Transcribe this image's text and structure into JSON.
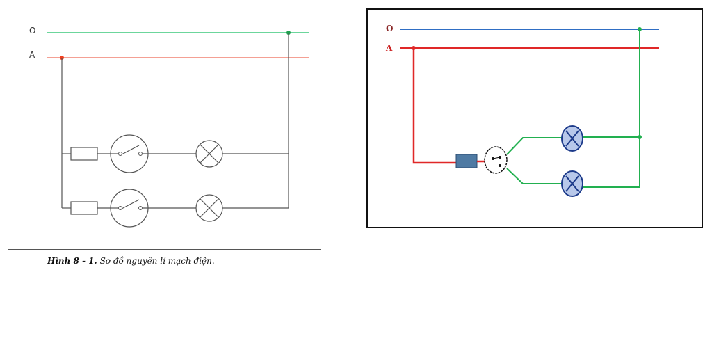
{
  "left_diagram": {
    "line_o_label": "O",
    "line_a_label": "A",
    "colors": {
      "line_o": "#3cc87c",
      "line_a": "#f08070",
      "wire": "#555555",
      "component": "#555555"
    },
    "branches": [
      {
        "components": [
          "fuse",
          "switch",
          "lamp"
        ]
      },
      {
        "components": [
          "fuse",
          "switch",
          "lamp"
        ]
      }
    ]
  },
  "right_diagram": {
    "line_o_label": "O",
    "line_a_label": "A",
    "colors": {
      "line_o": "#2f6ec4",
      "line_a": "#e02828",
      "green_wire": "#22b050",
      "fuse": "#4f7aa3",
      "lamp_fill": "#b8c8ea",
      "lamp_stroke": "#1c3a8a",
      "label_o": "#8b2a2a",
      "label_a": "#cc2222"
    },
    "components": [
      "fuse",
      "double-switch",
      "lamp",
      "lamp"
    ]
  },
  "caption": {
    "figure_label": "Hình 8 - 1.",
    "text": " Sơ đồ nguyên lí mạch điện."
  }
}
